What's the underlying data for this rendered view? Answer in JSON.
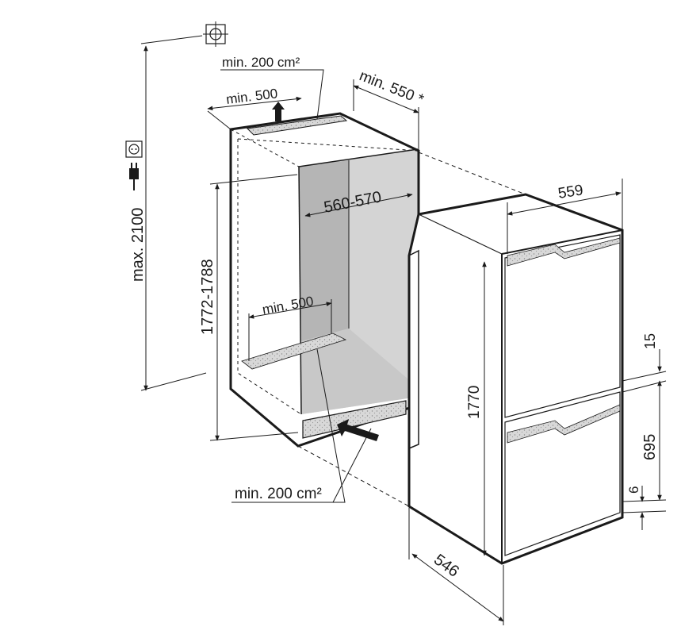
{
  "labels": {
    "max_height": "max. 2100",
    "top_vent_area": "min. 200 cm²",
    "top_vent_width": "min. 500",
    "niche_depth": "min. 550 *",
    "niche_width": "560-570",
    "niche_height": "1772-1788",
    "bottom_vent_width": "min. 500",
    "bottom_vent_area": "min. 200 cm²",
    "appliance_width": "559",
    "appliance_height": "1770",
    "appliance_depth": "546",
    "top_gap": "15",
    "lower_door_height": "695",
    "bottom_gap": "6"
  },
  "icons": [
    "grounded-outlet-icon",
    "power-plug-icon",
    "socket-position-icon"
  ],
  "colors": {
    "line": "#1a1a1a",
    "niche_interior": "#b5b5b5",
    "niche_back": "#d4d4d4",
    "grille": "#cfcfcf"
  }
}
